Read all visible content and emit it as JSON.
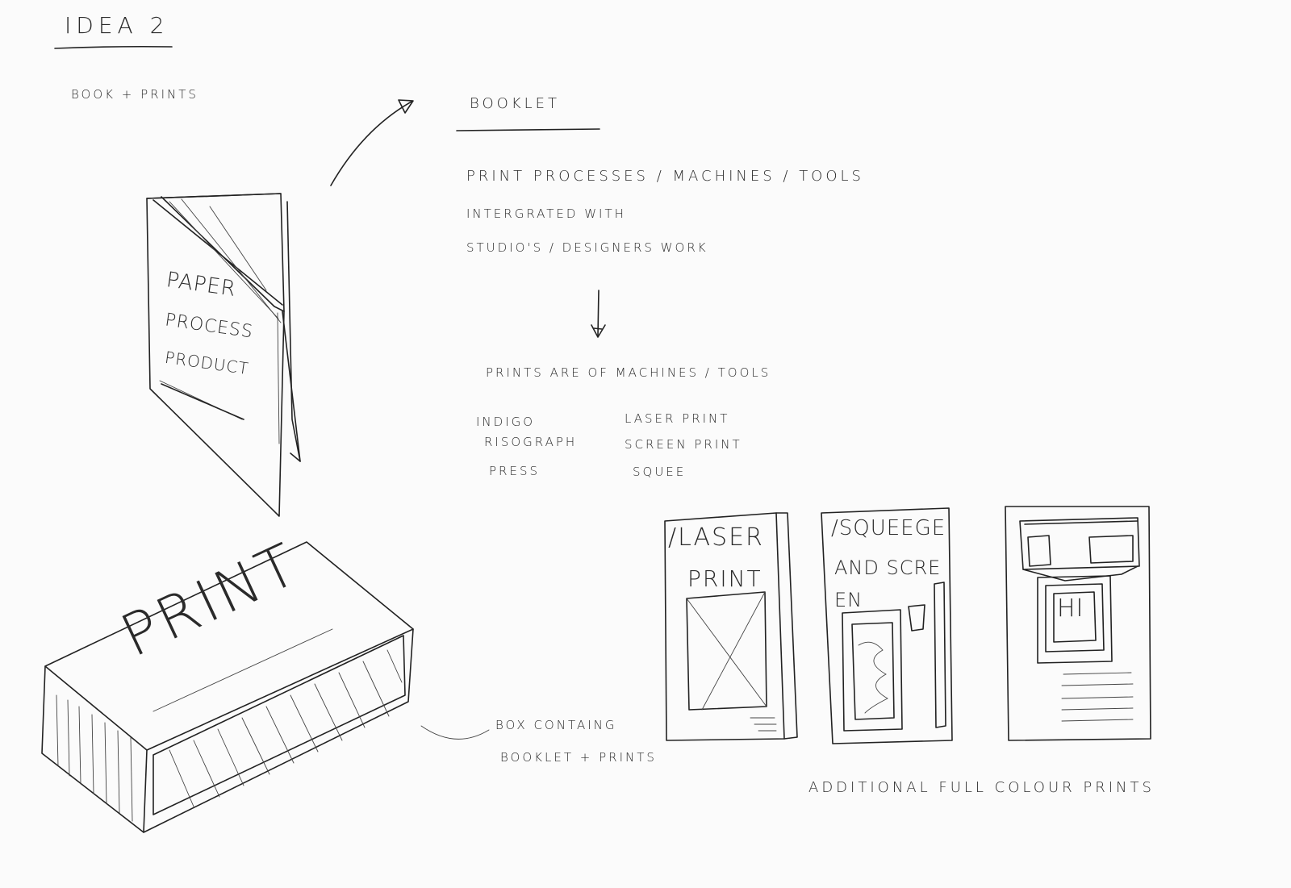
{
  "header": {
    "title": "Idea 2",
    "subtitle": "Book + prints"
  },
  "booklet_notes": {
    "heading": "Booklet",
    "line1": "Print processes / machines / tools",
    "line2": "intergrated with",
    "line3": "studio's / designers work",
    "line4": "Prints are of machines / tools",
    "processes": {
      "col1": [
        "Indigo",
        "Risograph",
        "Press"
      ],
      "col2": [
        "Laser print",
        "Screen print",
        "Squee"
      ]
    }
  },
  "booklet_sketch": {
    "cover_lines": [
      "Paper",
      "Process",
      "Product"
    ]
  },
  "box_sketch": {
    "lid_text": "PRINT",
    "caption_line1": "Box containg",
    "caption_line2": "booklet + prints"
  },
  "print_cards": [
    {
      "line1": "/Laser",
      "line2": "print"
    },
    {
      "line1": "/Squeege",
      "line2": "and scre",
      "line3": "en"
    },
    {
      "line1": "HI"
    }
  ],
  "footer_caption": "Additional full colour prints"
}
